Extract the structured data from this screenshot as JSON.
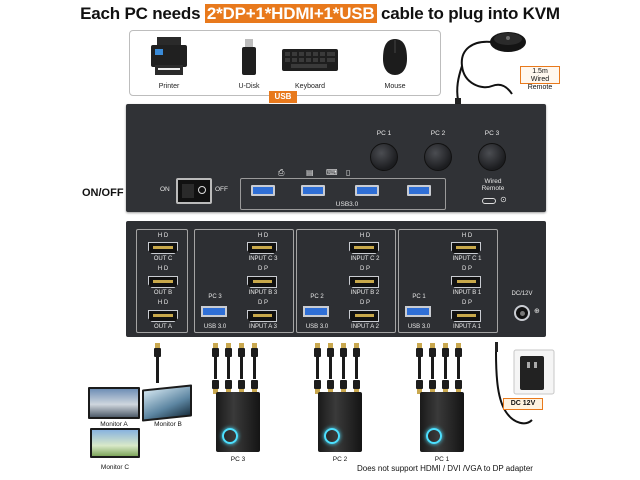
{
  "headline": {
    "prefix": "Each PC needs",
    "highlight": "2*DP+1*HDMI+1*USB",
    "suffix": "cable to plug into KVM"
  },
  "peripherals": [
    {
      "label": "Printer",
      "icon": "printer-icon"
    },
    {
      "label": "U-Disk",
      "icon": "usb-drive-icon"
    },
    {
      "label": "Keyboard",
      "icon": "keyboard-icon"
    },
    {
      "label": "Mouse",
      "icon": "mouse-icon"
    }
  ],
  "usb_tag": "USB",
  "remote": {
    "line1": "1.5m",
    "line2": "Wired Remote"
  },
  "front_panel": {
    "onoff_label": "ON/OFF",
    "switch_on": "ON",
    "switch_off": "OFF",
    "buttons": [
      "PC 1",
      "PC 2",
      "PC 3"
    ],
    "usb_label": "USB3.0",
    "wired_remote": {
      "line1": "Wired",
      "line2": "Remote"
    }
  },
  "rear_panel": {
    "hd": "H D",
    "dp": "D P",
    "outputs": [
      "OUT C",
      "OUT B",
      "OUT A"
    ],
    "pc_groups": [
      {
        "pc": "PC 3",
        "inputs": [
          "INPUT C 3",
          "INPUT B 3",
          "INPUT A 3"
        ]
      },
      {
        "pc": "PC 2",
        "inputs": [
          "INPUT C 2",
          "INPUT B 2",
          "INPUT A 2"
        ]
      },
      {
        "pc": "PC 1",
        "inputs": [
          "INPUT C 1",
          "INPUT B 1",
          "INPUT A 1"
        ]
      }
    ],
    "usb30": "USB 3.0",
    "dc_label": "DC/12V"
  },
  "monitors": [
    "Monitor A",
    "Monitor B",
    "Monitor C"
  ],
  "pcs": [
    "PC 3",
    "PC 2",
    "PC 1"
  ],
  "dc_tag": "DC 12V",
  "note": "Does not support HDMI / DVI /VGA to DP adapter",
  "colors": {
    "accent": "#e8791c",
    "panel": "#303236",
    "usb_blue": "#2f6fd6"
  }
}
